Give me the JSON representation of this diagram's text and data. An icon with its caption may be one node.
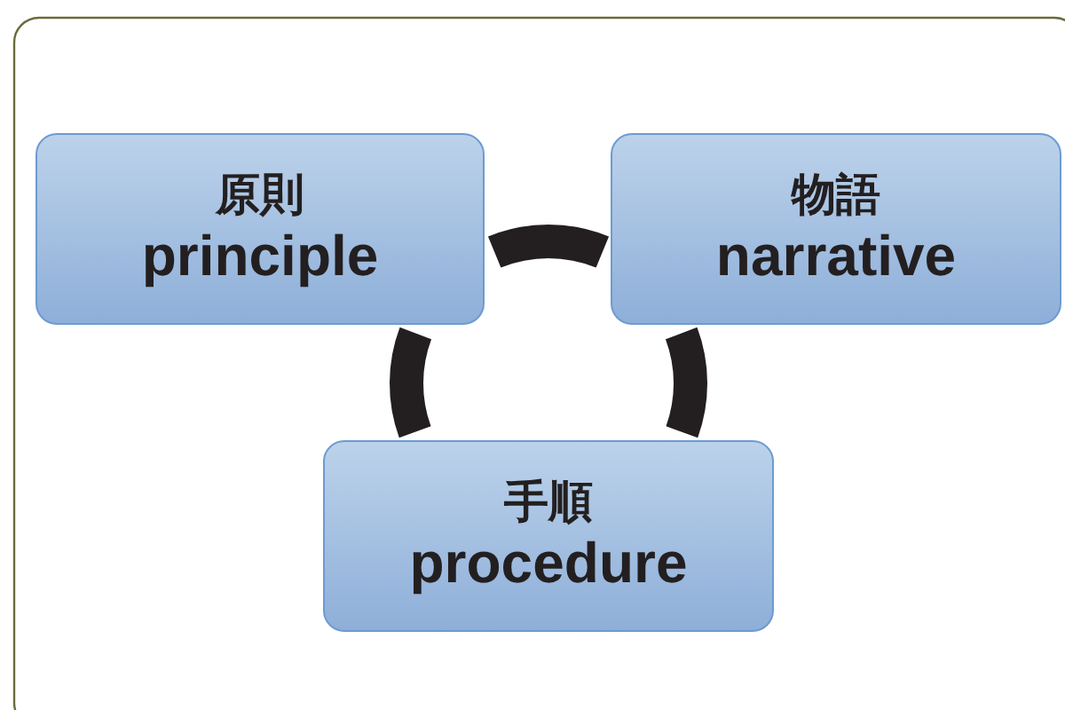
{
  "diagram": {
    "nodes": [
      {
        "text": [
          "原則",
          "principle"
        ]
      },
      {
        "text": [
          "物語",
          "narrative"
        ]
      },
      {
        "text": [
          "手順",
          "procedure"
        ]
      }
    ]
  }
}
